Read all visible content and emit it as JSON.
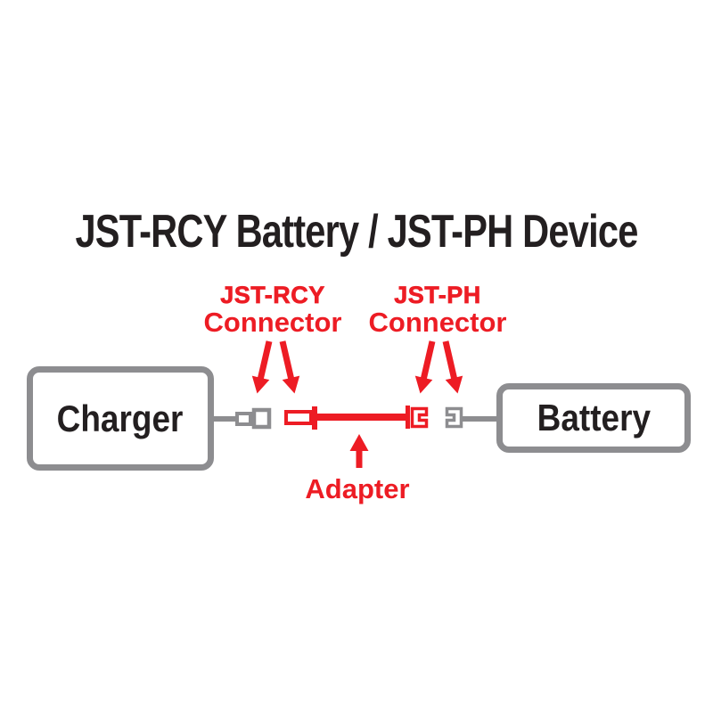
{
  "title": "JST-RCY Battery / JST-PH Device",
  "connector_labels": {
    "rcy": {
      "name": "JST-RCY",
      "type": "Connector"
    },
    "ph": {
      "name": "JST-PH",
      "type": "Connector"
    }
  },
  "adapter_label": "Adapter",
  "devices": {
    "charger": "Charger",
    "battery": "Battery"
  },
  "icons": {
    "down_arrows": "down-arrow-icon",
    "up_arrow": "up-arrow-icon"
  },
  "colors": {
    "red": "#ED1C24",
    "gray": "#8D8D90",
    "ink": "#231F20",
    "bg": "#FFFFFF"
  }
}
